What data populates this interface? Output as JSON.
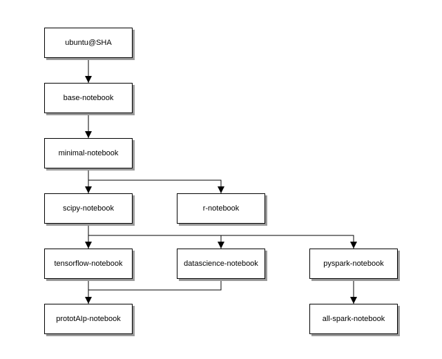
{
  "diagram": {
    "nodes": [
      {
        "id": "ubuntu",
        "label": "ubuntu@SHA"
      },
      {
        "id": "base",
        "label": "base-notebook"
      },
      {
        "id": "minimal",
        "label": "minimal-notebook"
      },
      {
        "id": "scipy",
        "label": "scipy-notebook"
      },
      {
        "id": "r",
        "label": "r-notebook"
      },
      {
        "id": "tensorflow",
        "label": "tensorflow-notebook"
      },
      {
        "id": "datascience",
        "label": "datascience-notebook"
      },
      {
        "id": "pyspark",
        "label": "pyspark-notebook"
      },
      {
        "id": "prototaip",
        "label": "prototAIp-notebook"
      },
      {
        "id": "allspark",
        "label": "all-spark-notebook"
      }
    ],
    "edges": [
      {
        "from": "ubuntu",
        "to": "base"
      },
      {
        "from": "base",
        "to": "minimal"
      },
      {
        "from": "minimal",
        "to": "scipy"
      },
      {
        "from": "minimal",
        "to": "r"
      },
      {
        "from": "scipy",
        "to": "tensorflow"
      },
      {
        "from": "scipy",
        "to": "datascience"
      },
      {
        "from": "scipy",
        "to": "pyspark"
      },
      {
        "from": "tensorflow",
        "to": "prototaip"
      },
      {
        "from": "datascience",
        "to": "prototaip"
      },
      {
        "from": "pyspark",
        "to": "allspark"
      }
    ],
    "colors": {
      "line": "#000000",
      "box_border": "#000000",
      "box_shadow": "#9a9a9a"
    }
  }
}
